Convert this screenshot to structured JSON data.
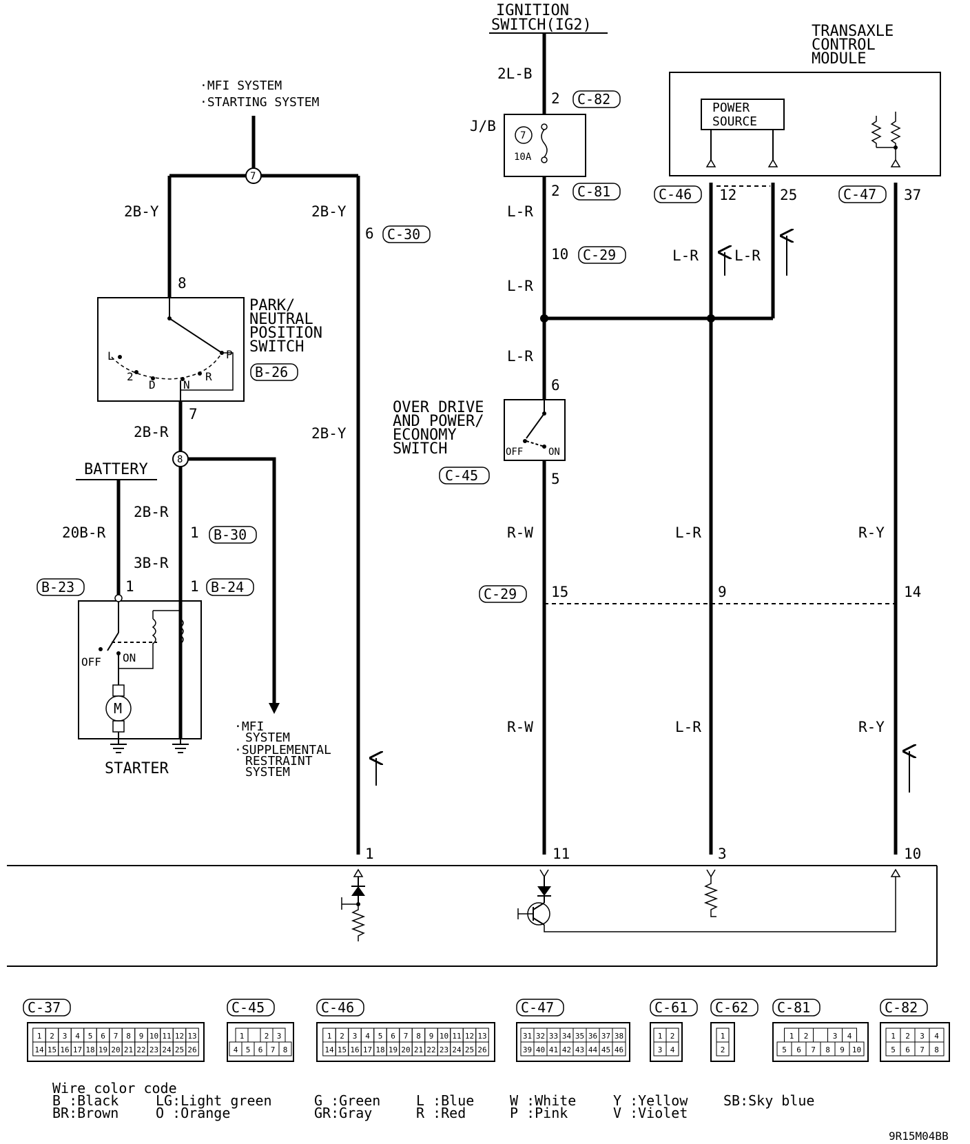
{
  "top": {
    "ignition_line1": "IGNITION",
    "ignition_line2": "SWITCH(IG2)",
    "tcm_line1": "TRANSAXLE",
    "tcm_line2": "CONTROL",
    "tcm_line3": "MODULE",
    "power_source_line1": "POWER",
    "power_source_line2": "SOURCE",
    "mfi_top_1": "MFI SYSTEM",
    "mfi_top_2": "STARTING SYSTEM"
  },
  "components": {
    "jb_label": "J/B",
    "fuse_number": "7",
    "fuse_rating": "10A",
    "pn_line1": "PARK/",
    "pn_line2": "NEUTRAL",
    "pn_line3": "POSITION",
    "pn_line4": "SWITCH",
    "pn_positions": [
      "L",
      "2",
      "D",
      "N",
      "R",
      "P"
    ],
    "od_line1": "OVER DRIVE",
    "od_line2": "AND POWER/",
    "od_line3": "ECONOMY",
    "od_line4": "SWITCH",
    "off_label": "OFF",
    "on_label": "ON",
    "battery": "BATTERY",
    "starter": "STARTER",
    "motor": "M",
    "junction_7": "7",
    "junction_8": "8",
    "mfi_bottom_1": "MFI",
    "mfi_bottom_2": "SYSTEM",
    "srs_1": "SUPPLEMENTAL",
    "srs_2": "RESTRAINT",
    "srs_3": "SYSTEM"
  },
  "wires": {
    "w_2LB": "2L-B",
    "w_2BY": "2B-Y",
    "w_2BR": "2B-R",
    "w_3BR": "3B-R",
    "w_20BR": "20B-R",
    "w_LR": "L-R",
    "w_RW": "R-W",
    "w_RY": "R-Y"
  },
  "connectors": {
    "c82": "C-82",
    "c81": "C-81",
    "c30": "C-30",
    "c29": "C-29",
    "c46": "C-46",
    "c47": "C-47",
    "c45": "C-45",
    "b26": "B-26",
    "b30": "B-30",
    "b23": "B-23",
    "b24": "B-24",
    "c37": "C-37",
    "c61": "C-61",
    "c62": "C-62"
  },
  "pins": {
    "p2a": "2",
    "p2b": "2",
    "p10": "10",
    "p12": "12",
    "p25": "25",
    "p37": "37",
    "p6c30": "6",
    "p8": "8",
    "p7": "7",
    "p6od": "6",
    "p5": "5",
    "p1b30": "1",
    "p1b23": "1",
    "p1b24": "1",
    "p15": "15",
    "p9": "9",
    "p14": "14",
    "p1": "1",
    "p11": "11",
    "p3": "3",
    "p10b": "10"
  },
  "connector_faces": {
    "c37_row1": [
      "1",
      "2",
      "3",
      "4",
      "5",
      "6",
      "7",
      "8",
      "9",
      "10",
      "11",
      "12",
      "13"
    ],
    "c37_row2": [
      "14",
      "15",
      "16",
      "17",
      "18",
      "19",
      "20",
      "21",
      "22",
      "23",
      "24",
      "25",
      "26"
    ],
    "c45_row1": [
      "1",
      "",
      "2",
      "3"
    ],
    "c45_row2": [
      "4",
      "5",
      "6",
      "7",
      "8"
    ],
    "c46_row1": [
      "1",
      "2",
      "3",
      "4",
      "5",
      "6",
      "7",
      "8",
      "9",
      "10",
      "11",
      "12",
      "13"
    ],
    "c46_row2": [
      "14",
      "15",
      "16",
      "17",
      "18",
      "19",
      "20",
      "21",
      "22",
      "23",
      "24",
      "25",
      "26"
    ],
    "c47_row1": [
      "31",
      "32",
      "33",
      "34",
      "35",
      "36",
      "37",
      "38"
    ],
    "c47_row2": [
      "39",
      "40",
      "41",
      "42",
      "43",
      "44",
      "45",
      "46"
    ],
    "c61_row1": [
      "1",
      "2"
    ],
    "c61_row2": [
      "3",
      "4"
    ],
    "c62_row1": [
      "1"
    ],
    "c62_row2": [
      "2"
    ],
    "c81_row1": [
      "1",
      "2",
      "",
      "3",
      "4"
    ],
    "c81_row2": [
      "5",
      "6",
      "7",
      "8",
      "9",
      "10"
    ],
    "c82_row1": [
      "1",
      "2",
      "3",
      "4"
    ],
    "c82_row2": [
      "5",
      "6",
      "7",
      "8"
    ]
  },
  "legend": {
    "title": "Wire color code",
    "col1_a": "B :Black",
    "col1_b": "BR:Brown",
    "col2_a": "LG:Light green",
    "col2_b": "O :Orange",
    "col3_a": "G :Green",
    "col3_b": "GR:Gray",
    "col4_a": "L :Blue",
    "col4_b": "R :Red",
    "col5_a": "W :White",
    "col5_b": "P :Pink",
    "col6_a": "Y :Yellow",
    "col6_b": "V :Violet",
    "col7_a": "SB:Sky blue"
  },
  "diagram_code": "9R15M04BB"
}
